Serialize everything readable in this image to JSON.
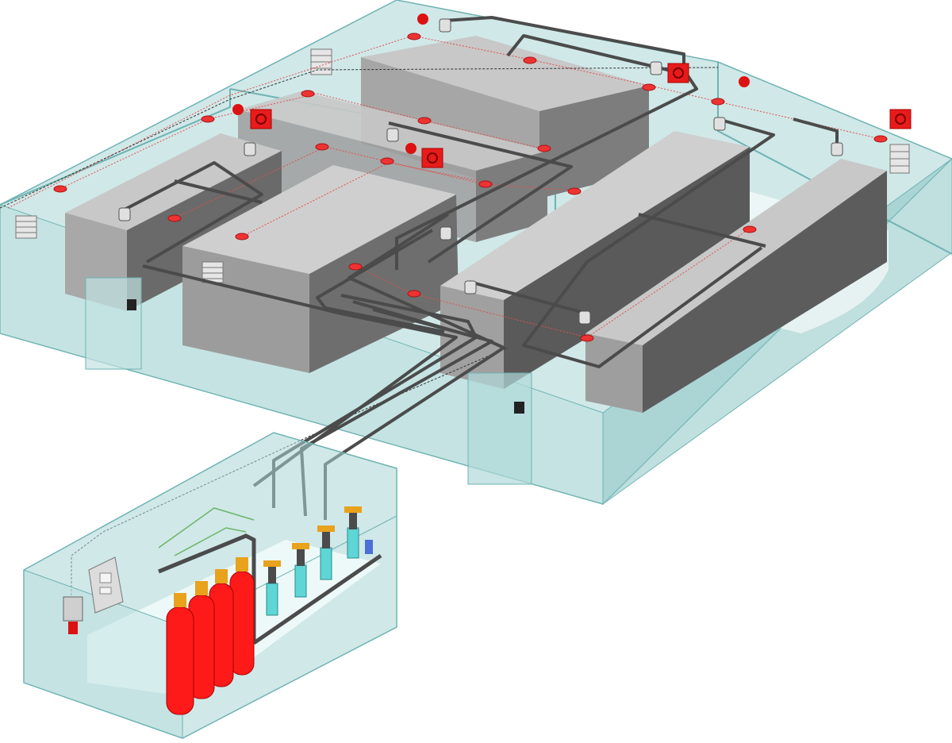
{
  "diagram": {
    "kind": "isometric gas fire-suppression system schematic",
    "colors": {
      "glass": "#a9d6d6",
      "glass_stroke": "#6fb3b3",
      "rack_top": "#c8c8c8",
      "rack_side": "#8a8a8a",
      "rack_dark": "#5a5a5a",
      "pipe": "#4b4b4b",
      "red": "#e81b1b",
      "red_dark": "#b50f0f",
      "cylinder": "#ff1a1a",
      "valve_gold": "#e8a21c",
      "cyan_part": "#5fd6d6",
      "signal_line_red": "#e05050",
      "signal_line_black": "#333333",
      "control_line_green": "#6ab56a"
    },
    "legend_text": [],
    "components": {
      "cylinder_count": 4,
      "selector_valve_count": 4,
      "protected_zone_count": 4
    }
  }
}
